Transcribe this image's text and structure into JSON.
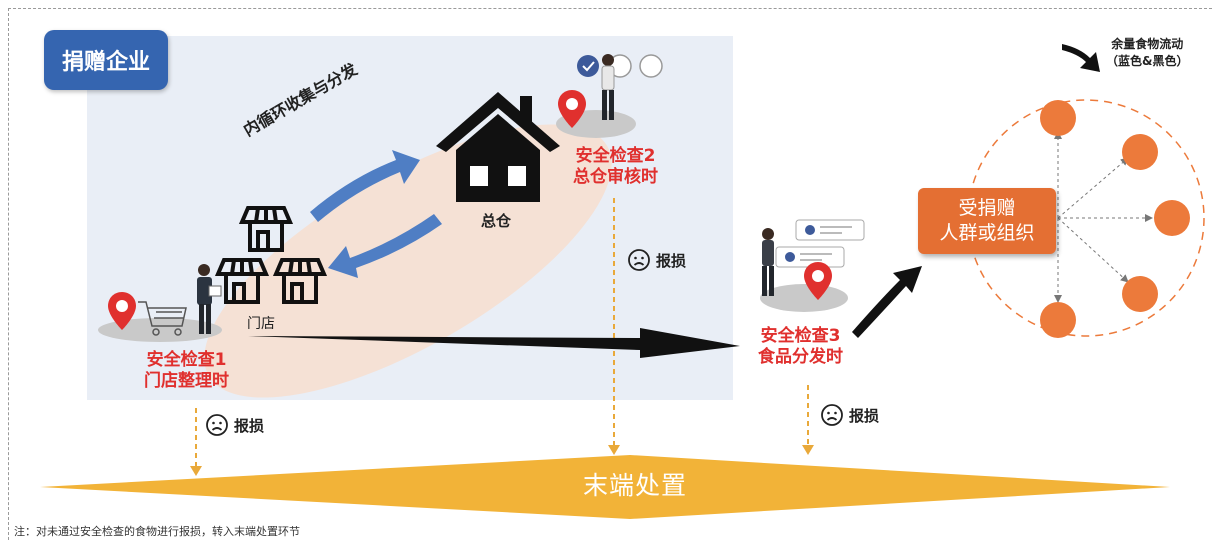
{
  "badge": "捐赠企业",
  "loop_label": "内循环收集与分发",
  "warehouse_label": "总仓",
  "store_label": "门店",
  "checks": [
    {
      "line1": "安全检查1",
      "line2": "门店整理时"
    },
    {
      "line1": "安全检查2",
      "line2": "总仓审核时"
    },
    {
      "line1": "安全检查3",
      "line2": "食品分发时"
    }
  ],
  "loss_label": "报损",
  "recipient": {
    "line1": "受捐赠",
    "line2": "人群或组织"
  },
  "terminal": "末端处置",
  "legend": {
    "line1": "余量食物流动",
    "line2": "（蓝色&黑色）"
  },
  "footnote": "注：对未通过安全检查的食物进行报损，转入末端处置环节",
  "colors": {
    "badge_blue": "#3565b0",
    "check_red": "#e0302e",
    "recipient_orange": "#e46f33",
    "node_orange": "#ec7a3b",
    "terminal_gold": "#f2b338",
    "loss_arrow": "#e9a93a",
    "flow_blue": "#4f7ec4",
    "flow_black": "#111111"
  },
  "icons": [
    "house-icon",
    "store-icon",
    "map-pin-icon",
    "frown-icon",
    "person-icon",
    "shopping-cart-icon",
    "checklist-icon"
  ]
}
